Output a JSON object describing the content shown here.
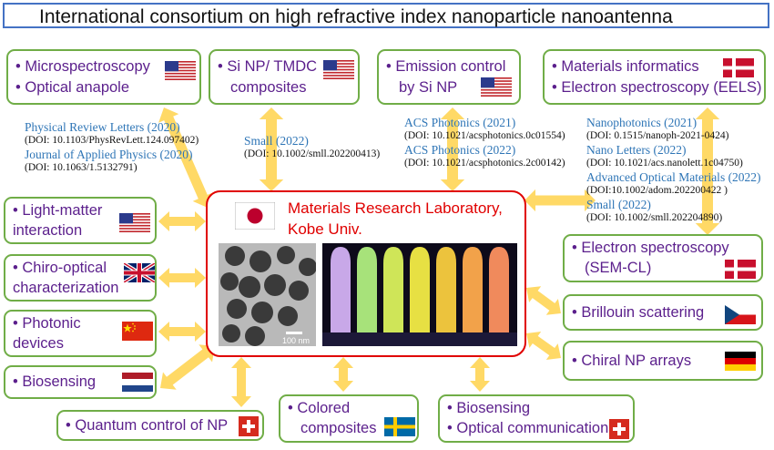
{
  "title": "International consortium on high refractive index nanoparticle nanoantenna",
  "center": {
    "line1": "Materials Research Laboratory,",
    "line2": "Kobe Univ.",
    "scale_bar": "100 nm"
  },
  "boxes": {
    "micro": {
      "line1": "• Microspectroscopy",
      "line2": "• Optical anapole",
      "flag": "usa-flag"
    },
    "sinp": {
      "line1": "• Si NP/ TMDC",
      "line2": "composites",
      "flag": "usa-flag"
    },
    "emission": {
      "line1": "• Emission control",
      "line2": "by Si NP",
      "flag": "usa-flag"
    },
    "matinf": {
      "line1": "• Materials informatics",
      "line2": "• Electron spectroscopy (EELS)",
      "flag": "denmark-flag"
    },
    "lightmatter": {
      "line1": "• Light-matter",
      "line2": "interaction",
      "flag": "usa-flag"
    },
    "chiro": {
      "line1": "• Chiro-optical",
      "line2": "characterization",
      "flag": "uk-flag"
    },
    "photonic": {
      "line1": "• Photonic",
      "line2": "devices",
      "flag": "china-flag"
    },
    "biosensing": {
      "line1": "• Biosensing",
      "flag": "netherlands-flag"
    },
    "quantum": {
      "line1": "• Quantum control of NP",
      "flag": "switzerland-flag"
    },
    "colored": {
      "line1": "• Colored",
      "line2": "composites",
      "flag": "sweden-flag"
    },
    "bio_optical": {
      "line1": "• Biosensing",
      "line2": "• Optical communications",
      "flag": "switzerland-flag"
    },
    "semcl": {
      "line1": "• Electron spectroscopy",
      "line2": "(SEM-CL)",
      "flag": "denmark-flag"
    },
    "brillouin": {
      "line1": "• Brillouin scattering",
      "flag": "czech-flag"
    },
    "chiral": {
      "line1": "• Chiral NP arrays",
      "flag": "germany-flag"
    }
  },
  "refs": {
    "prl_j": "Physical Review Letters (2020)",
    "prl_d": "(DOI: 10.1103/PhysRevLett.124.097402)",
    "jap_j": "Journal of Applied Physics (2020)",
    "jap_d": "(DOI: 10.1063/1.5132791)",
    "small1_j": "Small (2022)",
    "small1_d": "(DOI: 10.1002/smll.202200413)",
    "acs1_j": "ACS Photonics (2021)",
    "acs1_d": "(DOI: 10.1021/acsphotonics.0c01554)",
    "acs2_j": "ACS Photonics (2022)",
    "acs2_d": "(DOI: 10.1021/acsphotonics.2c00142)",
    "nano_j": "Nanophotonics (2021)",
    "nano_d": "(DOI: 0.1515/nanoph-2021-0424)",
    "nl_j": "Nano Letters (2022)",
    "nl_d": "(DOI: 10.1021/acs.nanolett.1c04750)",
    "aom_j": "Advanced Optical Materials (2022)",
    "aom_d": "(DOI:10.1002/adom.202200422 )",
    "small2_j": "Small (2022)",
    "small2_d": "(DOI: 10.1002/smll.202204890)"
  },
  "colors": {
    "box_border": "#70ad47",
    "box_text": "#5b1f8c",
    "center_border": "#e00000",
    "arrow": "#ffd966",
    "journal": "#2e75b6",
    "title_border": "#4472c4"
  }
}
